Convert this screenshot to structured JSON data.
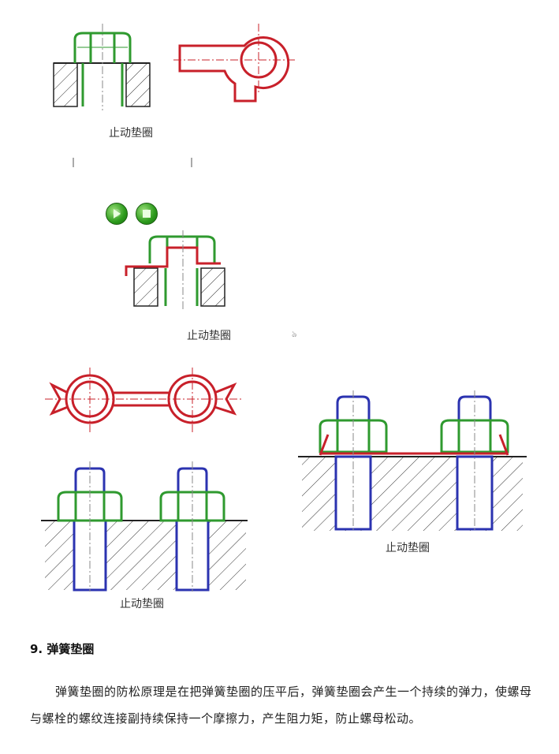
{
  "figures": {
    "fig1": {
      "caption": "止动垫圈"
    },
    "fig2": {
      "caption": "止动垫圈"
    },
    "fig3": {
      "caption": "止动垫圈"
    },
    "fig4": {
      "caption": "止动垫圈"
    }
  },
  "media_controls": {
    "play_icon": "play-icon",
    "stop_icon": "stop-icon"
  },
  "colors": {
    "nut_green": "#2f9a2f",
    "bolt_blue": "#2b33b0",
    "washer_red": "#c8202a",
    "hatch_black": "#222222"
  },
  "section": {
    "heading": "9.  弹簧垫圈",
    "paragraph": "弹簧垫圈的防松原理是在把弹簧垫圈的压平后，弹簧垫圈会产生一个持续的弹力，使螺母与螺栓的螺纹连接副持续保持一个摩擦力，产生阻力矩，防止螺母松动。"
  }
}
